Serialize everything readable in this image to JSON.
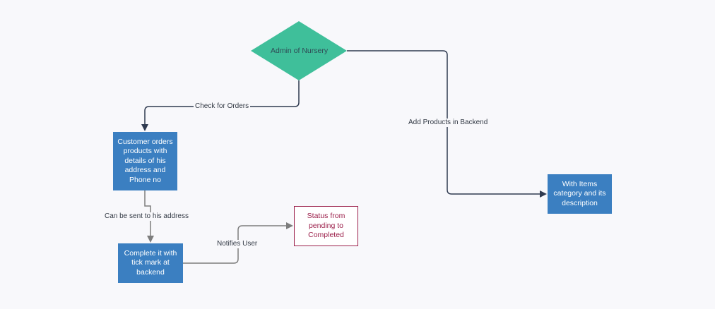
{
  "diagram": {
    "nodes": {
      "admin": {
        "label": "Admin of Nursery",
        "color": "#3fbf9a"
      },
      "customer_orders": {
        "label": "Customer orders products with details of his address and Phone no"
      },
      "complete": {
        "label": "Complete it with tick mark at backend"
      },
      "status": {
        "label": "Status from pending to Completed"
      },
      "items": {
        "label": "With Items category and its description"
      }
    },
    "edges": {
      "check_orders": {
        "label": "Check for Orders"
      },
      "add_products": {
        "label": "Add Products in Backend"
      },
      "sent_address": {
        "label": "Can be sent to his address"
      },
      "notifies_user": {
        "label": "Notifies User"
      }
    },
    "colors": {
      "process_fill": "#3b7fc1",
      "status_border": "#9b1f4a",
      "edge_dark": "#2f3a50",
      "edge_grey": "#7d7d7d"
    }
  }
}
